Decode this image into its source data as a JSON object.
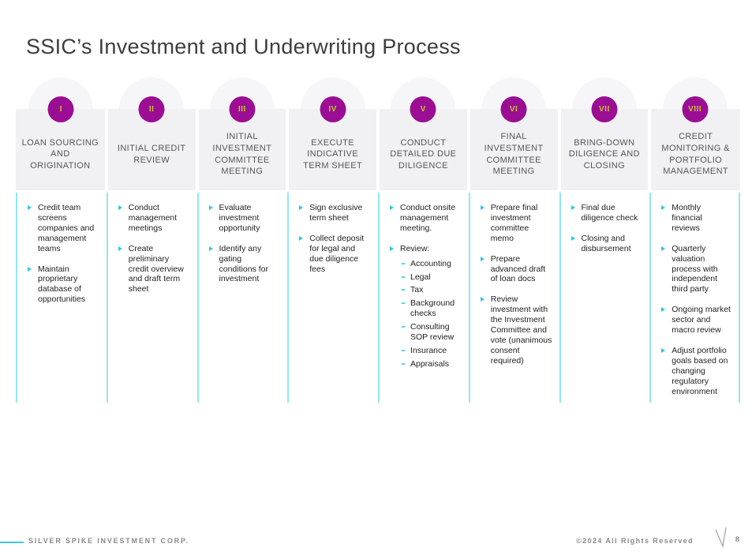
{
  "slide": {
    "title": "SSIC’s Investment and Underwriting Process"
  },
  "colors": {
    "badge_purple": "#9B0E93",
    "numeral_yellow": "#C5C72B",
    "bullet_cyan": "#2BC9E0",
    "column_line_cyan": "#93E6F0",
    "header_bg": "#F1F1F4",
    "footer_accent_cyan": "#3CC9DD"
  },
  "columns": [
    {
      "numeral": "I",
      "header": "LOAN SOURCING AND ORIGINATION",
      "items": [
        {
          "text": "Credit team screens companies and management teams"
        },
        {
          "text": "Maintain proprietary database of opportunities"
        }
      ]
    },
    {
      "numeral": "II",
      "header": "INITIAL CREDIT REVIEW",
      "items": [
        {
          "text": "Conduct management meetings"
        },
        {
          "text": "Create preliminary credit overview and draft term sheet"
        }
      ]
    },
    {
      "numeral": "III",
      "header": "INITIAL INVESTMENT COMMITTEE MEETING",
      "items": [
        {
          "text": "Evaluate investment opportunity"
        },
        {
          "text": "Identify any gating conditions for investment"
        }
      ]
    },
    {
      "numeral": "IV",
      "header": "EXECUTE INDICATIVE TERM SHEET",
      "items": [
        {
          "text": "Sign exclusive term sheet"
        },
        {
          "text": "Collect deposit for legal and due diligence fees"
        }
      ]
    },
    {
      "numeral": "V",
      "header": "CONDUCT DETAILED DUE DILIGENCE",
      "items": [
        {
          "text": "Conduct onsite management meeting."
        },
        {
          "text": "Review:",
          "subitems": [
            "Accounting",
            "Legal",
            "Tax",
            "Background checks",
            "Consulting SOP review",
            "Insurance",
            "Appraisals"
          ]
        }
      ]
    },
    {
      "numeral": "VI",
      "header": "FINAL INVESTMENT COMMITTEE MEETING",
      "items": [
        {
          "text": "Prepare final investment committee memo"
        },
        {
          "text": "Prepare advanced draft of loan docs"
        },
        {
          "text": "Review investment with the Investment Committee and vote (unanimous consent required)"
        }
      ]
    },
    {
      "numeral": "VII",
      "header": "BRING-DOWN DILIGENCE AND CLOSING",
      "items": [
        {
          "text": "Final due diligence check"
        },
        {
          "text": "Closing and disbursement"
        }
      ]
    },
    {
      "numeral": "VIII",
      "header": "CREDIT MONITORING & PORTFOLIO MANAGEMENT",
      "items": [
        {
          "text": "Monthly financial reviews"
        },
        {
          "text": "Quarterly valuation process with independent third party"
        },
        {
          "text": "Ongoing market sector and macro review"
        },
        {
          "text": "Adjust portfolio goals based on changing regulatory environment"
        }
      ]
    }
  ],
  "footer": {
    "company": "SILVER SPIKE INVESTMENT CORP.",
    "copyright": "©2024 All Rights Reserved",
    "page_number": "8"
  }
}
